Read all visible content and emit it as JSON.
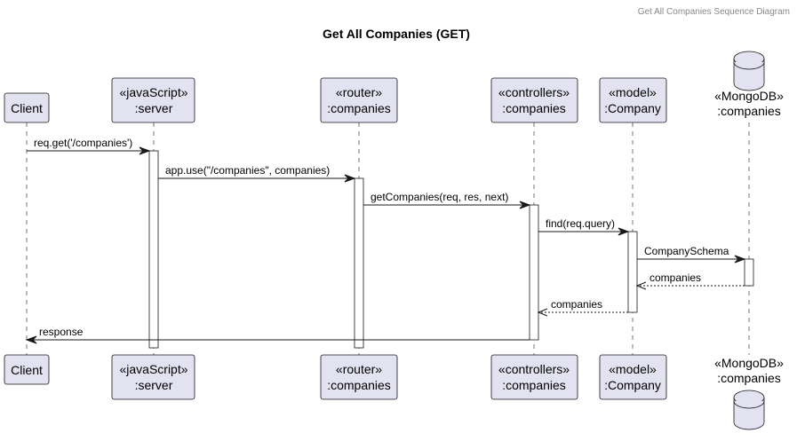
{
  "header": "Get All Companies Sequence Diagram",
  "title": "Get All Companies (GET)",
  "participants": [
    {
      "id": "client",
      "lines": [
        "Client"
      ],
      "kind": "participant"
    },
    {
      "id": "server",
      "lines": [
        "«javaScript»",
        ":server"
      ],
      "kind": "participant"
    },
    {
      "id": "router",
      "lines": [
        "«router»",
        ":companies"
      ],
      "kind": "participant"
    },
    {
      "id": "controller",
      "lines": [
        "«controllers»",
        ":companies"
      ],
      "kind": "participant"
    },
    {
      "id": "model",
      "lines": [
        "«model»",
        ":Company"
      ],
      "kind": "participant"
    },
    {
      "id": "db",
      "lines": [
        "«MongoDB»",
        ":companies"
      ],
      "kind": "database"
    }
  ],
  "messages": [
    {
      "from": "client",
      "to": "server",
      "label": "req.get('/companies')",
      "type": "sync"
    },
    {
      "from": "server",
      "to": "router",
      "label": "app.use(\"/companies\", companies)",
      "type": "sync"
    },
    {
      "from": "router",
      "to": "controller",
      "label": "getCompanies(req, res, next)",
      "type": "sync"
    },
    {
      "from": "controller",
      "to": "model",
      "label": "find(req.query)",
      "type": "sync"
    },
    {
      "from": "model",
      "to": "db",
      "label": "CompanySchema",
      "type": "sync"
    },
    {
      "from": "db",
      "to": "model",
      "label": "companies",
      "type": "return"
    },
    {
      "from": "model",
      "to": "controller",
      "label": "companies",
      "type": "return"
    },
    {
      "from": "controller",
      "to": "client",
      "label": "response",
      "type": "sync"
    }
  ],
  "colors": {
    "participant_fill": "#E2E2F0",
    "stroke": "#181818",
    "activation_fill": "#FFFFFF",
    "header_text": "#888888"
  }
}
